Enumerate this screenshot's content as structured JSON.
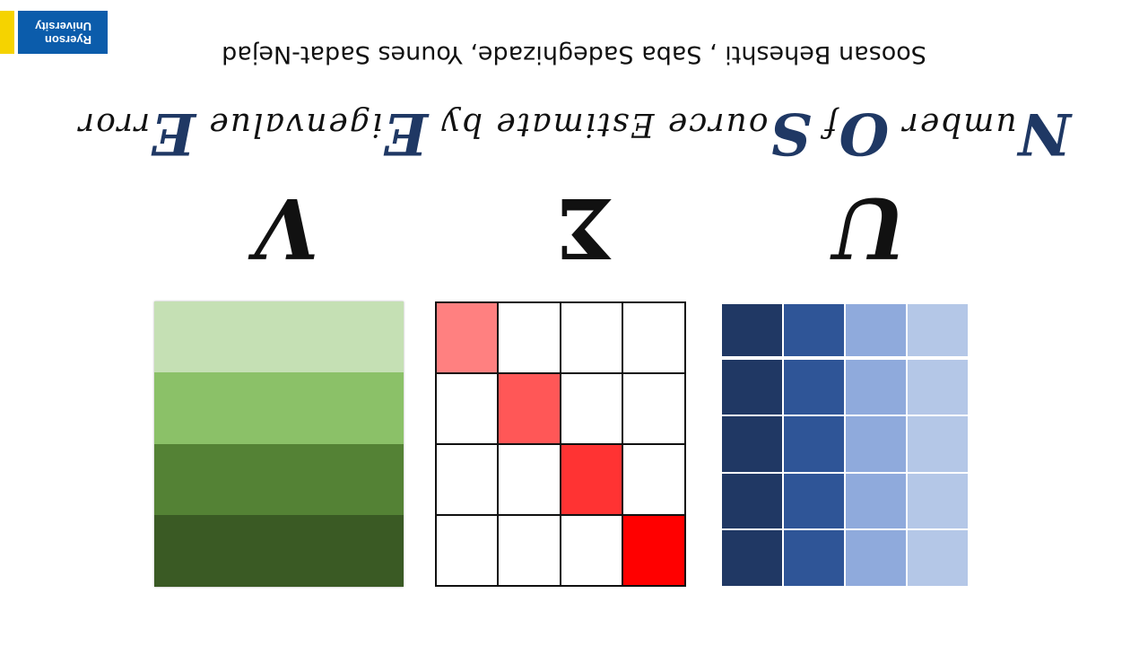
{
  "logo": {
    "line1": "Ryerson",
    "line2": "University"
  },
  "title": {
    "parts": [
      {
        "text": "N",
        "cap": true
      },
      {
        "text": "umber ",
        "cap": false
      },
      {
        "text": "O",
        "cap": true
      },
      {
        "text": "f ",
        "cap": false
      },
      {
        "text": "S",
        "cap": true
      },
      {
        "text": "ource Estimate by ",
        "cap": false
      },
      {
        "text": "E",
        "cap": true
      },
      {
        "text": "igenvalue ",
        "cap": false
      },
      {
        "text": "E",
        "cap": true
      },
      {
        "text": "rror",
        "cap": false
      }
    ]
  },
  "authors": "Soosan Beheshti , Saba Sadeghizade, Younes Sadat-Nejad",
  "labels": {
    "u": "U",
    "sigma": "Σ",
    "v": "V"
  },
  "colors": {
    "u_columns": [
      "#b4c7e7",
      "#8faadc",
      "#2f5597",
      "#203864"
    ],
    "sigma_diagonal": [
      "#ff8080",
      "#ff5757",
      "#ff3333",
      "#ff0000"
    ],
    "v_bands": [
      "#c5e0b4",
      "#8bc168",
      "#548235",
      "#3a5a24"
    ],
    "accent": "#1f3864",
    "logo_blue": "#0b5cab",
    "logo_yellow": "#f5d300"
  },
  "matrices": {
    "u_rows": 5,
    "sigma_size": 4,
    "v_bands": 4
  }
}
